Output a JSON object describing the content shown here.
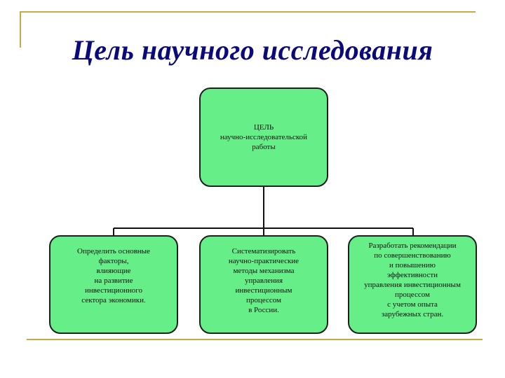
{
  "title": "Цель научного исследования",
  "goal": {
    "lines": [
      "ЦЕЛЬ",
      "научно-исследовательской",
      "работы"
    ]
  },
  "tasks": [
    {
      "lines": [
        "Определить основные",
        "факторы,",
        "влияющие",
        "на развитие",
        "инвестиционного",
        "сектора экономики."
      ]
    },
    {
      "lines": [
        "Систематизировать",
        "научно-практические",
        "методы механизма",
        "управления",
        "инвестиционным",
        "процессом",
        "в России."
      ]
    },
    {
      "lines": [
        "Разработать рекомендации",
        "по совершенствованию",
        "и повышению",
        "эффективности",
        "управления инвестиционным",
        "процессом",
        "с учетом опыта",
        "зарубежных стран."
      ]
    }
  ],
  "colors": {
    "box_fill": "#66ee88",
    "title": "#0a0a7a",
    "decor_lines": "#c8a94a",
    "connector": "#111111"
  }
}
